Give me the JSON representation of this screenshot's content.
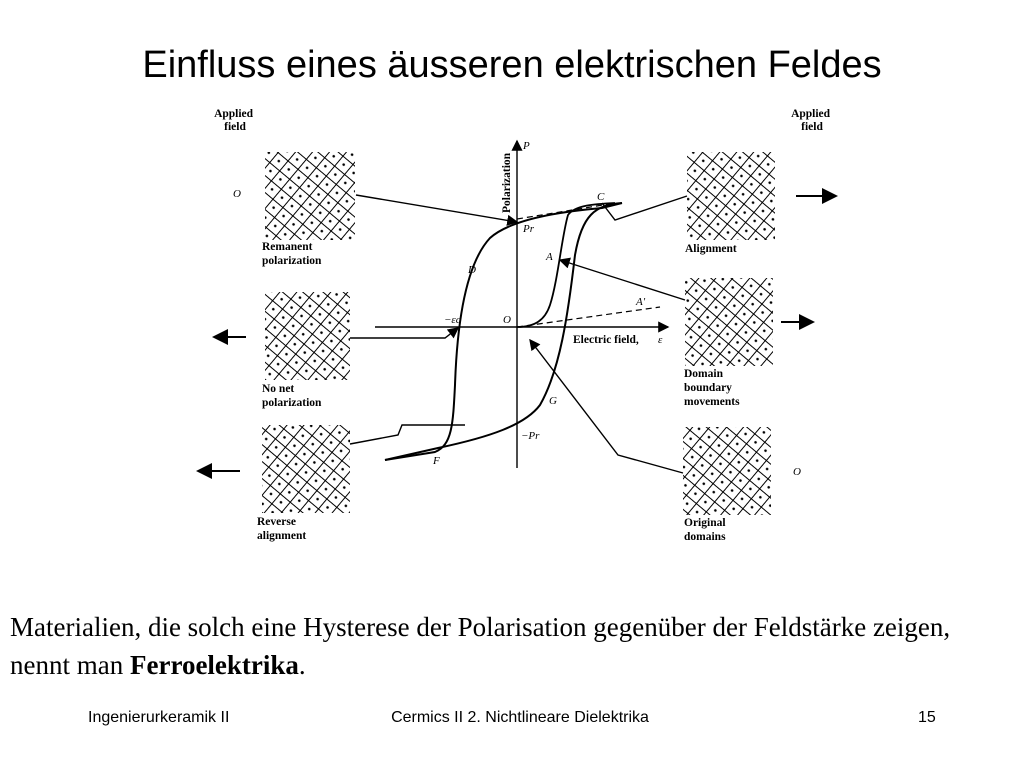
{
  "slide": {
    "title": "Einfluss eines äusseren elektrischen Feldes",
    "caption_text": "Materialien, die solch eine Hysterese der Polarisation gegenüber der Feldstärke zeigen, nennt man ",
    "caption_bold": "Ferroelektrika",
    "caption_end": "."
  },
  "figure": {
    "applied_field_left": [
      "Applied",
      "field"
    ],
    "applied_field_right": [
      "Applied",
      "field"
    ],
    "axis_y": "Polarization",
    "axis_y_symbol": "P",
    "axis_x": "Electric field,",
    "axis_x_symbol": "ε",
    "point_C": "C",
    "point_A": "A",
    "point_A_prime": "A′",
    "point_D": "D",
    "point_O": "O",
    "point_G": "G",
    "point_F": "F",
    "pr_pos": "Pr",
    "pr_neg": "−Pr",
    "ec_neg": "−εc",
    "zero_left": "O",
    "zero_right": "O",
    "labels": {
      "remanent": [
        "Remanent",
        "polarization"
      ],
      "no_net": [
        "No net",
        "polarization"
      ],
      "reverse": [
        "Reverse",
        "alignment"
      ],
      "alignment": [
        "Alignment"
      ],
      "domain": [
        "Domain",
        "boundary",
        "movements"
      ],
      "original": [
        "Original",
        "domains"
      ]
    }
  },
  "footer": {
    "left": "Ingenierurkeramik II",
    "center": "Cermics II 2. Nichtlineare Dielektrika",
    "right": "15"
  }
}
